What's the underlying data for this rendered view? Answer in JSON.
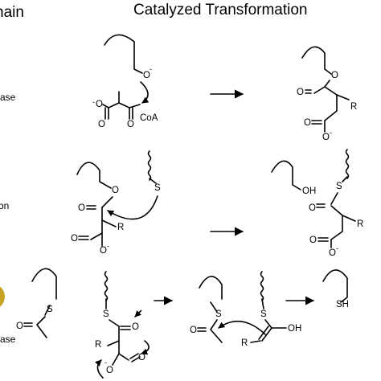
{
  "header": {
    "domain_partial": "nain",
    "transformation": "Catalyzed Transformation"
  },
  "rows": [
    {
      "label_partial": "rase",
      "dot_color": "#f5a88c"
    },
    {
      "label_partial": "on"
    },
    {
      "label_partial": "rase",
      "dot_color": "#c8a222"
    }
  ],
  "atoms": {
    "o_minus": "O",
    "minus": "-",
    "minus_front": "-",
    "o": "O",
    "coa": "CoA",
    "r": "R",
    "s": "S",
    "oh": "OH",
    "sh": "SH"
  }
}
